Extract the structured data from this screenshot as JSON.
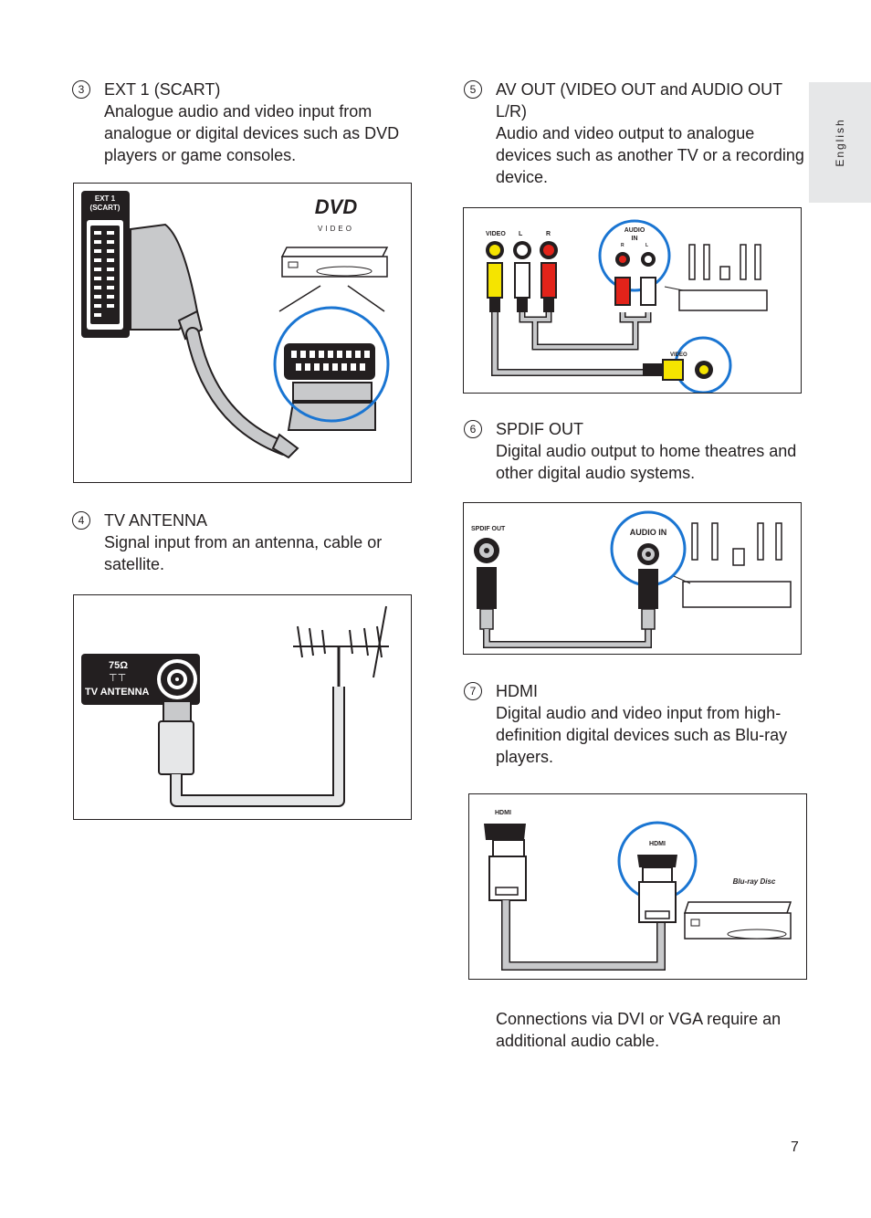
{
  "side_tab": {
    "language": "English"
  },
  "sections": {
    "s3": {
      "number": "3",
      "title": "EXT 1 (SCART)",
      "desc": "Analogue audio and video input from analogue or digital devices such as DVD players or game consoles."
    },
    "s4": {
      "number": "4",
      "title": "TV ANTENNA",
      "desc": "Signal input from an antenna, cable or satellite."
    },
    "s5": {
      "number": "5",
      "title": "AV OUT (VIDEO OUT and AUDIO OUT L/R)",
      "desc": "Audio and video output to analogue devices such as another TV or a recording device."
    },
    "s6": {
      "number": "6",
      "title": "SPDIF OUT",
      "desc": "Digital audio output to home theatres and other digital audio systems."
    },
    "s7": {
      "number": "7",
      "title": "HDMI",
      "desc": "Digital audio and video input from high-definition digital devices such as Blu-ray players."
    }
  },
  "figures": {
    "scart": {
      "port_label_line1": "EXT 1",
      "port_label_line2": "(SCART)",
      "logo_text": "DVD",
      "logo_sub": "VIDEO"
    },
    "antenna": {
      "impedance": "75Ω",
      "port_label": "TV ANTENNA"
    },
    "av": {
      "video_label": "VIDEO",
      "l_label": "L",
      "r_label": "R",
      "audio_in_label": "AUDIO",
      "in_label": "IN",
      "r_small": "R",
      "l_small": "L",
      "video_in_label": "VIDEO"
    },
    "spdif": {
      "port_label": "SPDIF OUT",
      "audio_in_label": "AUDIO IN"
    },
    "hdmi": {
      "port_label": "HDMI",
      "device_port_label": "HDMI",
      "logo_text": "Blu-ray Disc"
    }
  },
  "note": "Connections via DVI or VGA require an additional audio cable.",
  "page_number": "7",
  "colors": {
    "yellow_plug": "#f5e400",
    "red_plug": "#e2231a",
    "cable_grey": "#c8c9cb",
    "connector_blue": "#1a75d2",
    "tab_grey": "#e6e7e8"
  }
}
